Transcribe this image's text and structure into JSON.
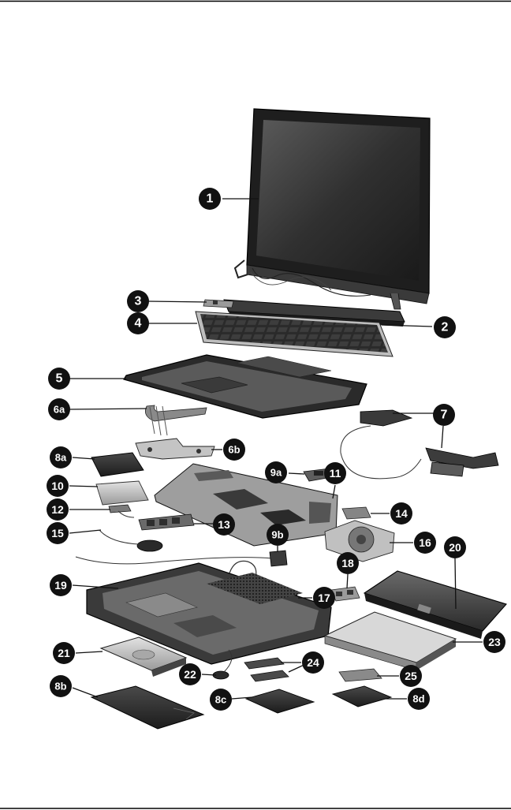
{
  "colors": {
    "rule": "#000000",
    "part_dark": "#2b2b2b",
    "part_mid": "#7a7a7a",
    "part_light": "#b8b8b8",
    "part_pale": "#d9d9d9",
    "callout": "#111111",
    "callout_text": "#ffffff"
  },
  "callouts": [
    {
      "id": "1",
      "label": "1"
    },
    {
      "id": "2",
      "label": "2"
    },
    {
      "id": "3",
      "label": "3"
    },
    {
      "id": "4",
      "label": "4"
    },
    {
      "id": "5",
      "label": "5"
    },
    {
      "id": "6a",
      "label": "6a"
    },
    {
      "id": "6b",
      "label": "6b"
    },
    {
      "id": "7",
      "label": "7"
    },
    {
      "id": "8a",
      "label": "8a"
    },
    {
      "id": "8b",
      "label": "8b"
    },
    {
      "id": "8c",
      "label": "8c"
    },
    {
      "id": "8d",
      "label": "8d"
    },
    {
      "id": "9a",
      "label": "9a"
    },
    {
      "id": "9b",
      "label": "9b"
    },
    {
      "id": "10",
      "label": "10"
    },
    {
      "id": "11",
      "label": "11"
    },
    {
      "id": "12",
      "label": "12"
    },
    {
      "id": "13",
      "label": "13"
    },
    {
      "id": "14",
      "label": "14"
    },
    {
      "id": "15",
      "label": "15"
    },
    {
      "id": "16",
      "label": "16"
    },
    {
      "id": "17",
      "label": "17"
    },
    {
      "id": "18",
      "label": "18"
    },
    {
      "id": "19",
      "label": "19"
    },
    {
      "id": "20",
      "label": "20"
    },
    {
      "id": "21",
      "label": "21"
    },
    {
      "id": "22",
      "label": "22"
    },
    {
      "id": "23",
      "label": "23"
    },
    {
      "id": "24",
      "label": "24"
    },
    {
      "id": "25",
      "label": "25"
    }
  ]
}
